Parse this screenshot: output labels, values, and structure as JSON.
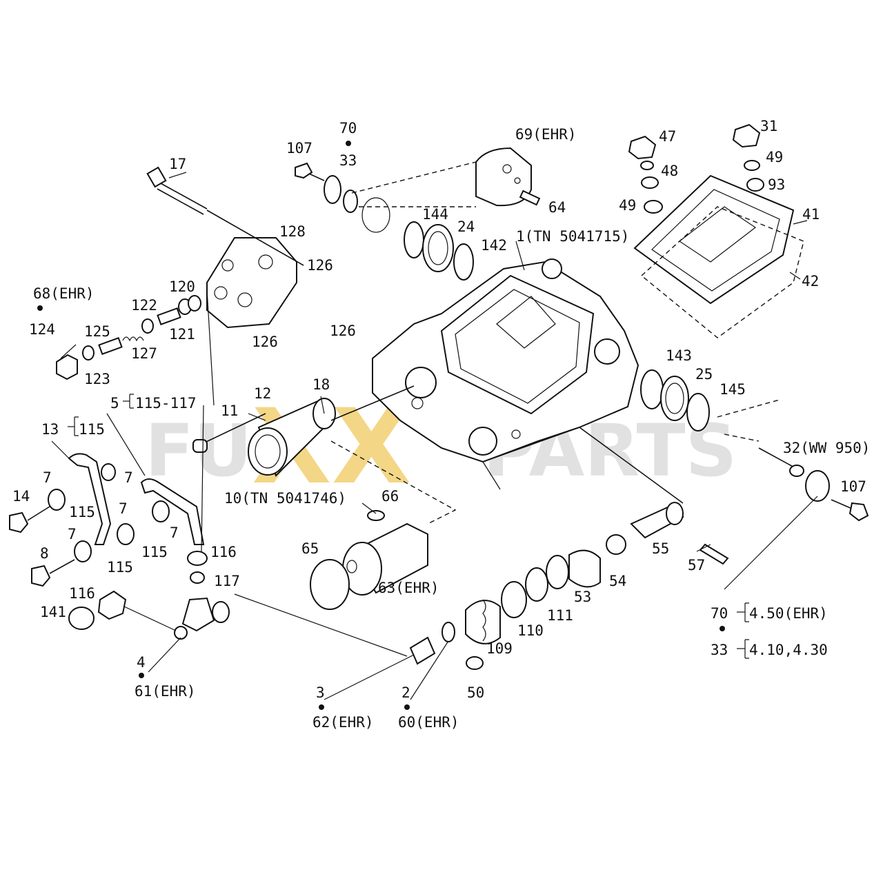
{
  "watermark": {
    "left": "FU",
    "xx": "XX",
    "right": "PARTS",
    "text_color": "#d9d9d9",
    "xx_color": "#f2d27a"
  },
  "labels": {
    "l17": "17",
    "l70_top": "70",
    "l33_top": "33",
    "l107_top": "107",
    "l69": "69(EHR)",
    "l64": "64",
    "l47": "47",
    "l48": "48",
    "l49a": "49",
    "l31": "31",
    "l49b": "49",
    "l93": "93",
    "l41": "41",
    "l42": "42",
    "l128": "128",
    "l126a": "126",
    "l126b": "126",
    "l126c": "126",
    "l144": "144",
    "l24": "24",
    "l142": "142",
    "l1": "1(TN 5041715)",
    "l68": "68(EHR)",
    "l124": "124",
    "l120": "120",
    "l122": "122",
    "l121": "121",
    "l125": "125",
    "l127": "127",
    "l123": "123",
    "l143": "143",
    "l25": "25",
    "l145": "145",
    "l5": "5",
    "l115_117": "115-117",
    "l11": "11",
    "l12": "12",
    "l18": "18",
    "l13": "13",
    "l115_box": "115",
    "l32": "32(WW 950)",
    "l107_right": "107",
    "l14": "14",
    "l7a": "7",
    "l7b": "7",
    "l7c": "7",
    "l7d": "7",
    "l7e": "7",
    "l115a": "115",
    "l115b": "115",
    "l115c": "115",
    "l10": "10(TN 5041746)",
    "l66": "66",
    "l65": "65",
    "l63": "63(EHR)",
    "l55": "55",
    "l57": "57",
    "l54": "54",
    "l53": "53",
    "l111": "111",
    "l110": "110",
    "l109": "109",
    "l50": "50",
    "l8": "8",
    "l116a": "116",
    "l117": "117",
    "l116b": "116",
    "l141": "141",
    "l4": "4",
    "l61": "61(EHR)",
    "l3": "3",
    "l62": "62(EHR)",
    "l2": "2",
    "l60": "60(EHR)",
    "l70_r": "70",
    "l4_50": "4.50(EHR)",
    "l33_r": "33",
    "l4_10": "4.10,4.30"
  }
}
